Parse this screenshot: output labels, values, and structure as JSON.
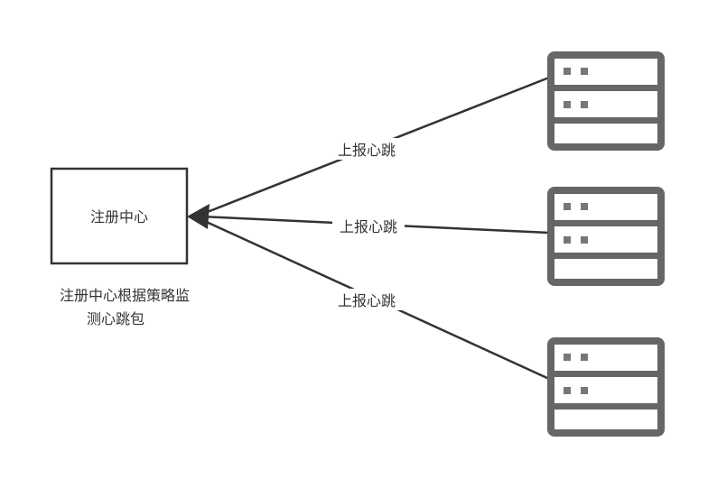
{
  "registry": {
    "label": "注册中心",
    "note_lines": [
      "注册中心根据策略监",
      "测心跳包"
    ]
  },
  "edges": [
    {
      "label": "上报心跳"
    },
    {
      "label": "上报心跳"
    },
    {
      "label": "上报心跳"
    }
  ],
  "colors": {
    "line": "#333333",
    "server_outline": "#666666",
    "server_light": "#777777"
  },
  "icons": [
    "server-icon",
    "arrow-head"
  ]
}
